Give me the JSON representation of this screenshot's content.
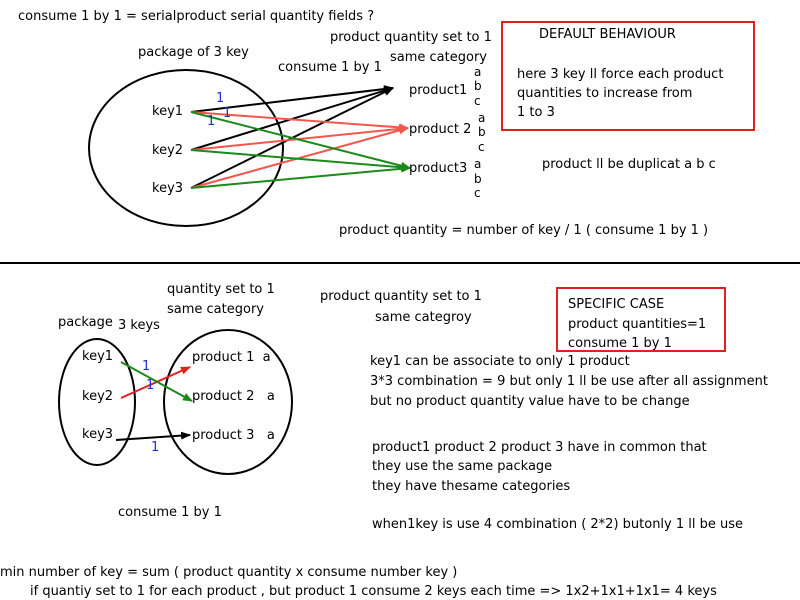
{
  "top": {
    "title": "consume 1 by 1 = serialproduct serial quantity fields ?",
    "package_label": "package of 3 key",
    "keys": [
      "key1",
      "key2",
      "key3"
    ],
    "products": [
      "product1",
      "product 2",
      "product3"
    ],
    "abc": [
      "a",
      "b",
      "c"
    ],
    "qty_line1": "product  quantity set to 1",
    "qty_line2": "same category",
    "consume_label": "consume 1  by 1",
    "edge_nums": [
      "1",
      "1",
      "1"
    ],
    "default_box": {
      "title": "DEFAULT  BEHAVIOUR",
      "lines": [
        "here 3 key ll force each product",
        " quantities to increase from",
        "1 to 3"
      ]
    },
    "duplicat_note": "product ll be duplicat a b c",
    "formula": "product quantity = number of key / 1 ( consume  1 by 1 )"
  },
  "bottom": {
    "package_label": "package",
    "keys_count_label": "3 keys",
    "keys": [
      "key1",
      "key2",
      "key3"
    ],
    "products": [
      "product 1",
      "product 2",
      "product 3"
    ],
    "product_suffix": "a",
    "qty_line1": "quantity set to 1",
    "qty_line2": "same category",
    "mid_line1": "product quantity set to 1",
    "mid_line2": "same categroy",
    "edge_nums": [
      "1",
      "1",
      "1"
    ],
    "specific_box": {
      "lines": [
        "SPECIFIC CASE",
        "product quantities=1",
        "consume 1 by 1"
      ]
    },
    "notes1": [
      "key1 can be associate to only 1 product",
      "3*3 combination = 9 but only 1 ll be use after all assignment",
      "but  no product quantity value have to be change"
    ],
    "notes2": [
      "product1 product 2 product 3 have in common that",
      " they use the same package",
      " they have thesame categories"
    ],
    "when_line": "when1key is use 4 combination ( 2*2) butonly 1 ll be use",
    "consume_label": "consume 1 by 1",
    "min_line1": "min  number of key =  sum ( product quantity x consume number key )",
    "min_line2": "if quantiy set to 1 for each product ,  but product 1 consume 2 keys each time => 1x2+1x1+1x1= 4 keys"
  },
  "colors": {
    "red": "#e0211c",
    "green": "#1a8a1a",
    "salmon": "#f2574d",
    "blue": "#1f2fd0",
    "black": "#000000"
  }
}
